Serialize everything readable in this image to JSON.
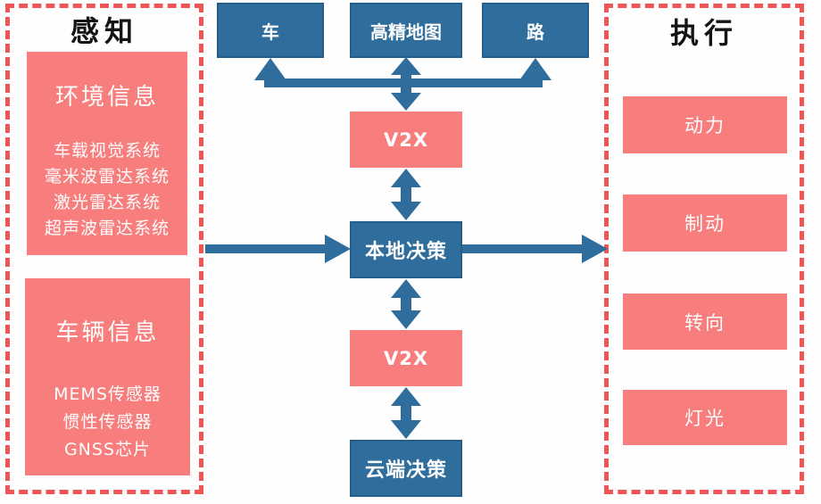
{
  "colors": {
    "node_blue": "#2E6D9C",
    "node_pink": "#F87E7E",
    "panel_dash_red": "#F05555",
    "title_text": "#141414",
    "node_text": "#FDFDFD"
  },
  "perception_panel": {
    "title": "感知",
    "environment_box": {
      "title": "环境信息",
      "items": [
        "车载视觉系统",
        "毫米波雷达系统",
        "激光雷达系统",
        "超声波雷达系统"
      ]
    },
    "vehicle_box": {
      "title": "车辆信息",
      "items": [
        "MEMS传感器",
        "惯性传感器",
        "GNSS芯片"
      ]
    }
  },
  "center_flow": {
    "top_nodes": [
      {
        "label": "车"
      },
      {
        "label": "高精地图"
      },
      {
        "label": "路"
      }
    ],
    "v2x_upper_label": "V2X",
    "local_decision_label": "本地决策",
    "v2x_lower_label": "V2X",
    "cloud_decision_label": "云端决策"
  },
  "execution_panel": {
    "title": "执行",
    "items": [
      "动力",
      "制动",
      "转向",
      "灯光"
    ]
  }
}
